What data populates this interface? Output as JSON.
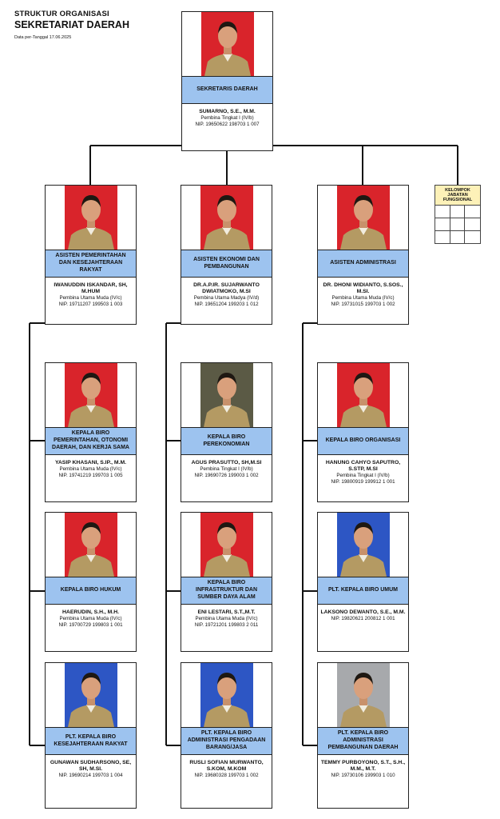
{
  "header": {
    "line1": "STRUKTUR ORGANISASI",
    "line2": "SEKRETARIAT DAERAH",
    "date": "Data per-Tanggal 17.06.2025"
  },
  "colors": {
    "title_fill": "#9dc3ef",
    "fungsional_fill": "#fdf1b8",
    "bg_red": "#d9242b",
    "bg_blue": "#2d56c4",
    "bg_grey": "#a7a9ac"
  },
  "fungsional": {
    "label": "KELOMPOK JABATAN FUNGSIONAL"
  },
  "cards": [
    {
      "id": "sekda",
      "bg": "red",
      "title": "SEKRETARIS DAERAH",
      "name": "SUMARNO, S.E., M.M.",
      "rank": "Pembina Tingkat I (IV/b)",
      "nip": "NIP. 19650622 198703 1 007"
    },
    {
      "id": "asisten-1",
      "bg": "red",
      "title": "ASISTEN PEMERINTAHAN DAN KESEJAHTERAAN RAKYAT",
      "name": "IWANUDDIN ISKANDAR, SH, M.HUM",
      "rank": "Pembina Utama Muda (IV/c)",
      "nip": "NIP. 19711207 199503 1 003"
    },
    {
      "id": "asisten-2",
      "bg": "red",
      "title": "ASISTEN EKONOMI DAN PEMBANGUNAN",
      "name": "DR.A.P.IR. SUJARWANTO DWIATMOKO, M.SI",
      "rank": "Pembina Utama Madya (IV/d)",
      "nip": "NIP. 19651204 199203 1 012"
    },
    {
      "id": "asisten-3",
      "bg": "red",
      "title": "ASISTEN ADMINISTRASI",
      "name": "DR. DHONI WIDIANTO, S.SOS., M.SI.",
      "rank": "Pembina Utama Muda (IV/c)",
      "nip": "NIP. 19731015 199703 1 002"
    },
    {
      "id": "biro-pemerintahan",
      "bg": "red",
      "title": "KEPALA BIRO PEMERINTAHAN, OTONOMI DAERAH, DAN KERJA SAMA",
      "name": "YASIP KHASANI, S.IP., M.M.",
      "rank": "Pembina Utama Muda (IV/c)",
      "nip": "NIP. 19741219 199703 1 005"
    },
    {
      "id": "biro-perekonomian",
      "bg": "photo",
      "title": "KEPALA BIRO PEREKONOMIAN",
      "name": "AGUS PRASUTTO, SH,M.SI",
      "rank": "Pembina Tingkat I (IV/b)",
      "nip": "NIP. 19690726 199003 1 002"
    },
    {
      "id": "biro-organisasi",
      "bg": "red",
      "title": "KEPALA BIRO ORGANISASI",
      "name": "HANUNG CAHYO SAPUTRO, S.STP, M.SI",
      "rank": "Pembina Tingkat I (IV/b)",
      "nip": "NIP. 19800919 199912 1 001"
    },
    {
      "id": "biro-hukum",
      "bg": "red",
      "title": "KEPALA BIRO HUKUM",
      "name": "HAERUDIN, S.H., M.H.",
      "rank": "Pembina Utama Muda (IV/c)",
      "nip": "NIP. 19700729 199803 1 001"
    },
    {
      "id": "biro-infrastruktur",
      "bg": "red",
      "title": "KEPALA BIRO INFRASTRUKTUR DAN SUMBER DAYA ALAM",
      "name": "ENI LESTARI, S.T.,M.T.",
      "rank": "Pembina Utama Muda (IV/c)",
      "nip": "NIP. 19721201 199803 2 011"
    },
    {
      "id": "biro-umum",
      "bg": "blue",
      "title": "PLT. KEPALA BIRO UMUM",
      "name": "LAKSONO DEWANTO, S.E., M.M.",
      "rank": "",
      "nip": "NIP. 19820621 200812 1 001"
    },
    {
      "id": "biro-kesra",
      "bg": "blue",
      "title": "PLT. KEPALA BIRO KESEJAHTERAAN RAKYAT",
      "name": "GUNAWAN SUDHARSONO, SE, SH, M.SI.",
      "rank": "",
      "nip": "NIP. 19690214 199703 1 004"
    },
    {
      "id": "biro-pengadaan",
      "bg": "blue",
      "title": "PLT. KEPALA BIRO ADMINISTRASI PENGADAAN BARANG/JASA",
      "name": "RUSLI SOFIAN MURWANTO, S.KOM, M.KOM",
      "rank": "",
      "nip": "NIP. 19680328 199703 1 002"
    },
    {
      "id": "biro-pembangunan",
      "bg": "grey",
      "title": "PLT. KEPALA BIRO ADMINISTRASI PEMBANGUNAN DAERAH",
      "name": "TEMMY PURBOYONO, S.T., S.H., M.M., M.T.",
      "rank": "",
      "nip": "NIP. 19730106 199903 1 010"
    }
  ]
}
